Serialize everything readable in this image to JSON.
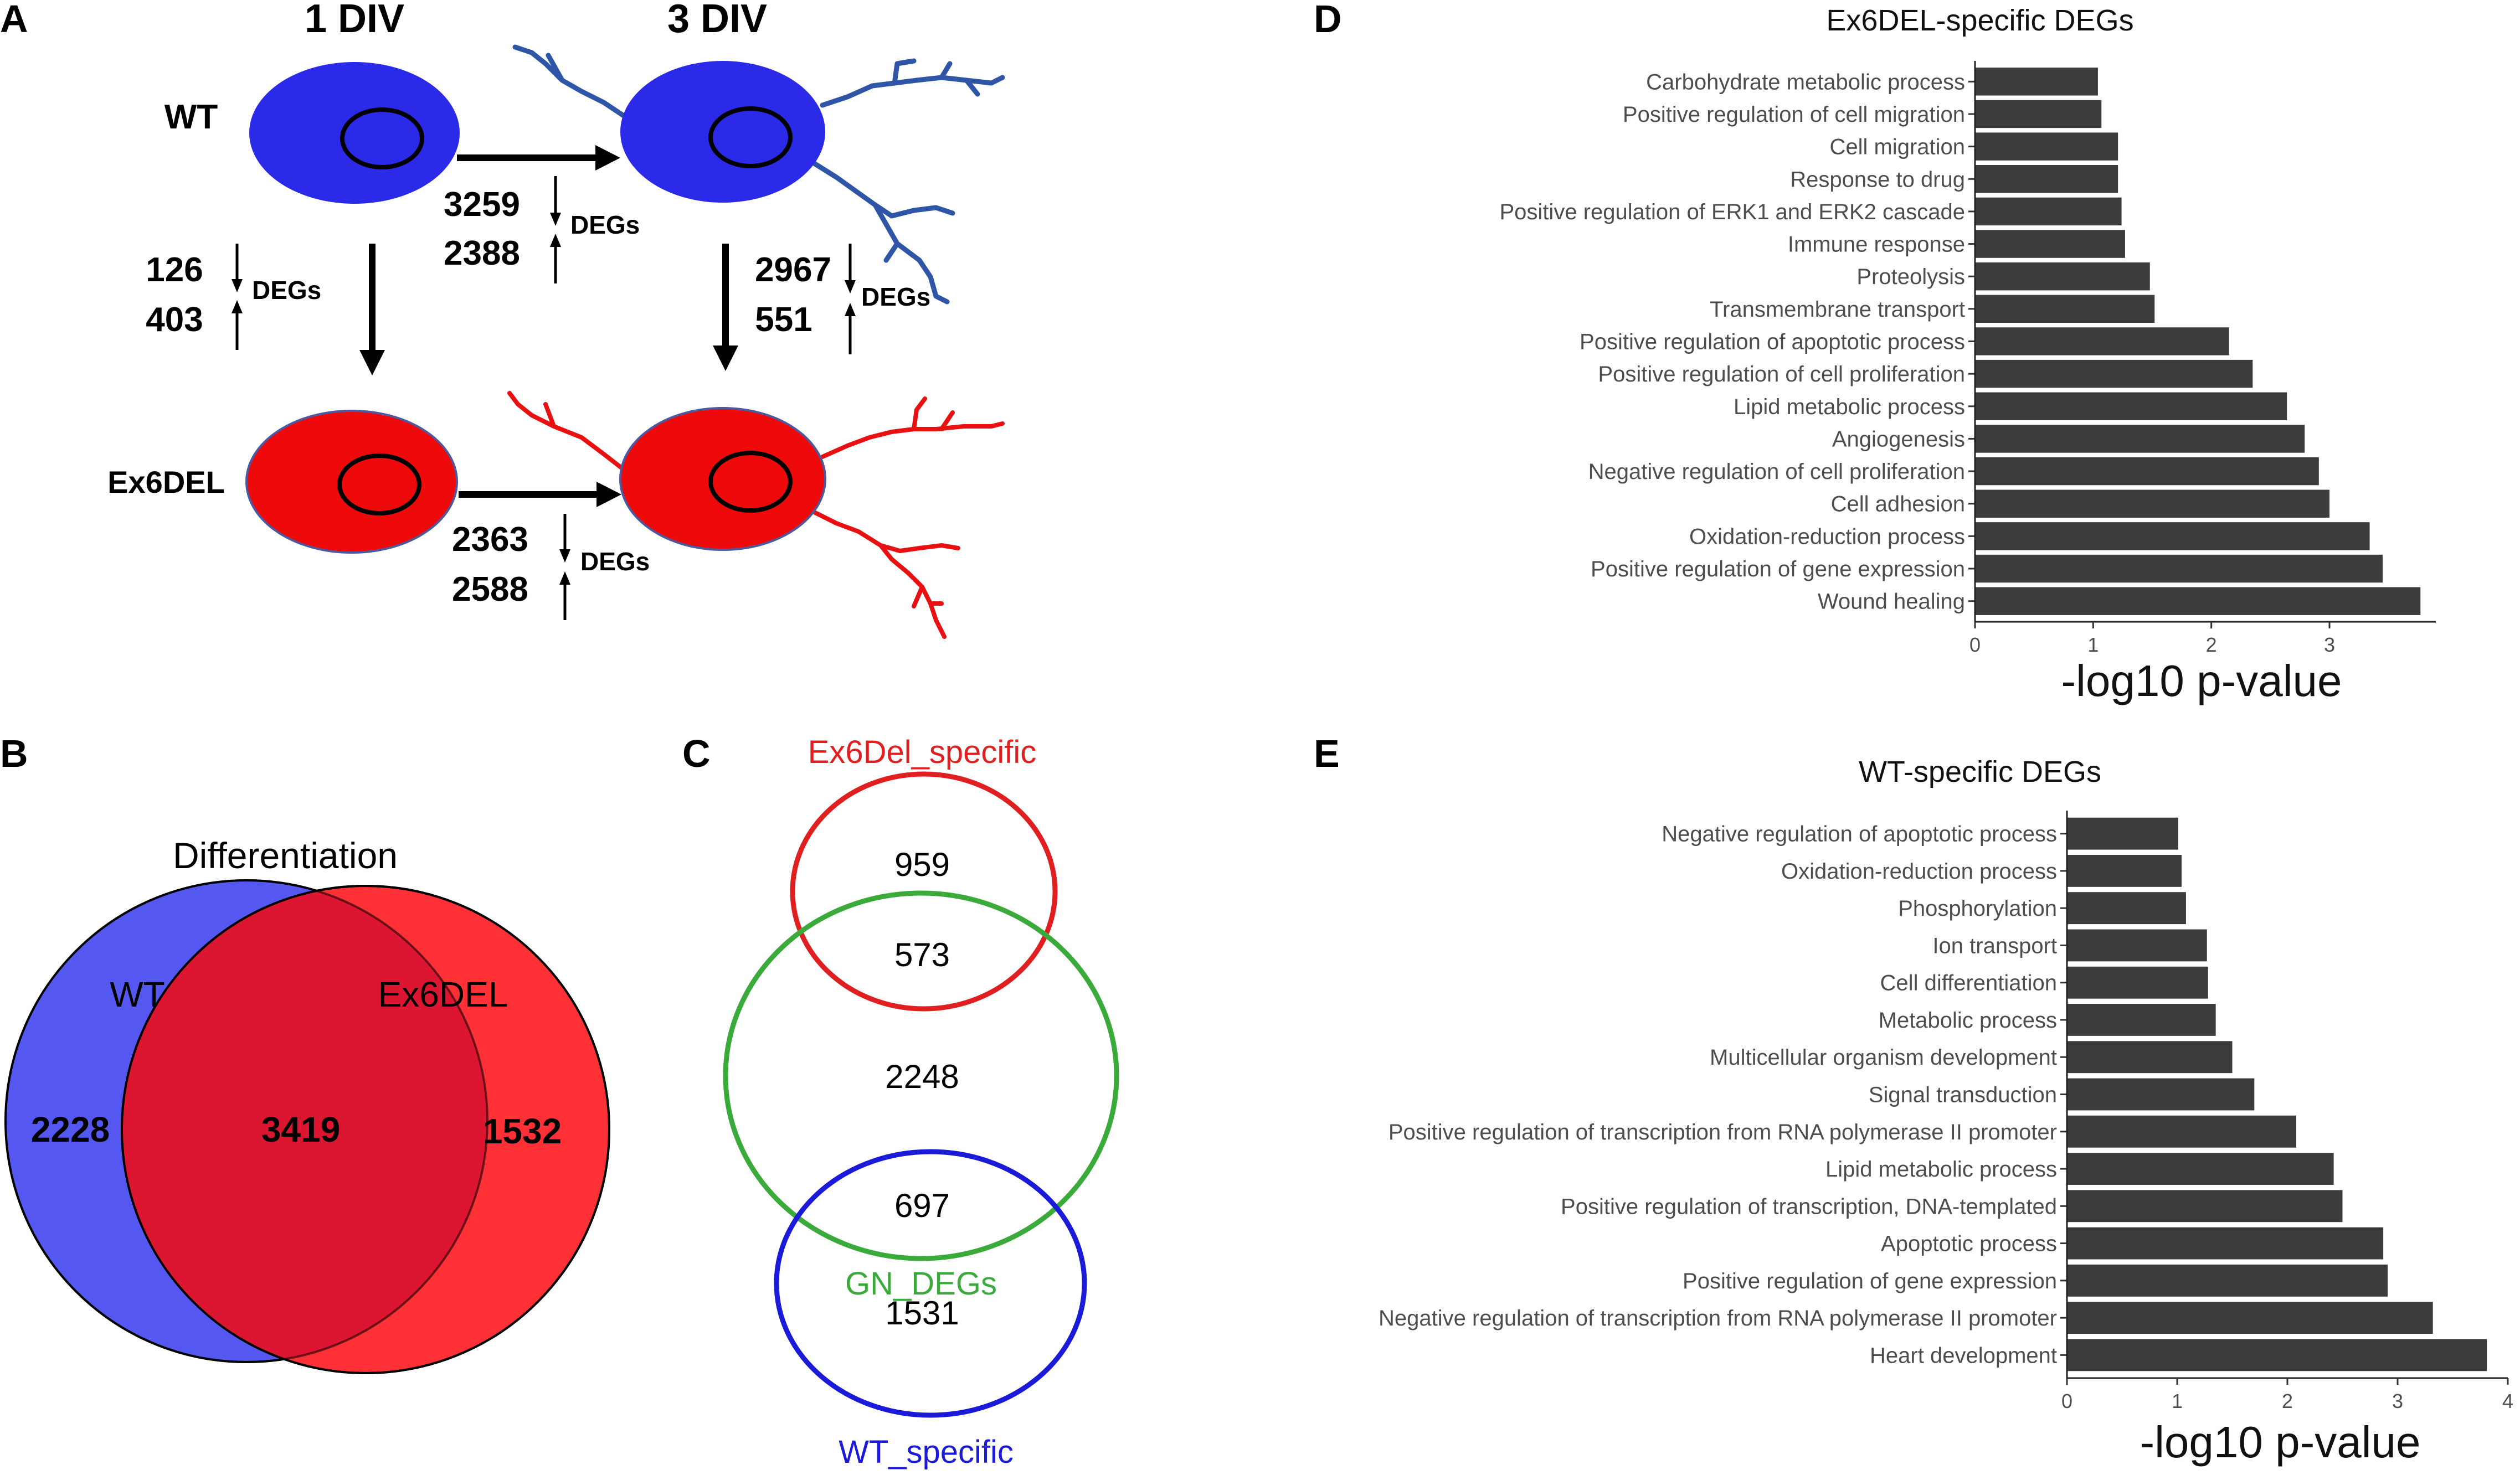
{
  "panels": {
    "A": {
      "letter": "A",
      "col_1div": "1 DIV",
      "col_3div": "3 DIV",
      "row_wt": "WT",
      "row_ex6del": "Ex6DEL",
      "wt_1to3": {
        "down": "3259",
        "up": "2388",
        "label": "DEGs"
      },
      "div1_wt_ex": {
        "down": "126",
        "up": "403",
        "label": "DEGs"
      },
      "div3_wt_ex": {
        "down": "2967",
        "up": "551",
        "label": "DEGs"
      },
      "ex_1to3": {
        "down": "2363",
        "up": "2588",
        "label": "DEGs"
      },
      "colors": {
        "wt": "#2a2ae8",
        "ex6del": "#ee0a0a",
        "wt_neurite": "#2e55a6",
        "ex_neurite": "#e81010"
      }
    },
    "B": {
      "letter": "B",
      "title": "Differentiation",
      "wt_label": "WT",
      "ex_label": "Ex6DEL",
      "wt_only": "2228",
      "overlap": "3419",
      "ex_only": "1532",
      "colors": {
        "wt": "#5458f0",
        "ex": "#ff3036",
        "overlap": "#dc1630"
      }
    },
    "C": {
      "letter": "C",
      "ex_label": "Ex6Del_specific",
      "gn_label": "GN_DEGs",
      "wt_label": "WT_specific",
      "ex_only": "959",
      "ex_gn": "573",
      "gn_only": "2248",
      "gn_wt": "697",
      "wt_only": "1531",
      "colors": {
        "ex": "#e02020",
        "gn": "#3aaa3a",
        "wt": "#1a1ad8"
      }
    },
    "D": {
      "letter": "D"
    },
    "E": {
      "letter": "E"
    }
  },
  "chart_data": [
    {
      "type": "bar",
      "orientation": "horizontal",
      "title": "Ex6DEL-specific DEGs",
      "xlabel": "-log10 p-value",
      "ylabel": "",
      "xlim": [
        0,
        3.9
      ],
      "xticks": [
        "0",
        "1",
        "2",
        "3"
      ],
      "grid": false,
      "bar_color": "#3c3c3c",
      "categories": [
        "Carbohydrate metabolic process",
        "Positive regulation of cell migration",
        "Cell migration",
        "Response to drug",
        "Positive regulation of ERK1 and ERK2 cascade",
        "Immune response",
        "Proteolysis",
        "Transmembrane transport",
        "Positive regulation of apoptotic process",
        "Positive regulation of cell proliferation",
        "Lipid metabolic process",
        "Angiogenesis",
        "Negative regulation of cell proliferation",
        "Cell adhesion",
        "Oxidation-reduction process",
        "Positive regulation of gene expression",
        "Wound healing"
      ],
      "values": [
        1.04,
        1.07,
        1.21,
        1.21,
        1.24,
        1.27,
        1.48,
        1.52,
        2.15,
        2.35,
        2.64,
        2.79,
        2.91,
        3.0,
        3.34,
        3.45,
        3.77
      ]
    },
    {
      "type": "bar",
      "orientation": "horizontal",
      "title": "WT-specific DEGs",
      "xlabel": "-log10 p-value",
      "ylabel": "",
      "xlim": [
        0,
        4.0
      ],
      "xticks": [
        "0",
        "1",
        "2",
        "3",
        "4"
      ],
      "grid": false,
      "bar_color": "#3c3c3c",
      "categories": [
        "Negative regulation of apoptotic process",
        "Oxidation-reduction process",
        "Phosphorylation",
        "Ion transport",
        "Cell differentiation",
        "Metabolic process",
        "Multicellular organism development",
        "Signal transduction",
        "Positive regulation of transcription from RNA polymerase II promoter",
        "Lipid metabolic process",
        "Positive regulation of transcription, DNA-templated",
        "Apoptotic process",
        "Positive regulation of gene expression",
        "Negative regulation of transcription from RNA polymerase II promoter",
        "Heart development"
      ],
      "values": [
        1.01,
        1.04,
        1.08,
        1.27,
        1.28,
        1.35,
        1.5,
        1.7,
        2.08,
        2.42,
        2.5,
        2.87,
        2.91,
        3.32,
        3.81
      ]
    }
  ]
}
